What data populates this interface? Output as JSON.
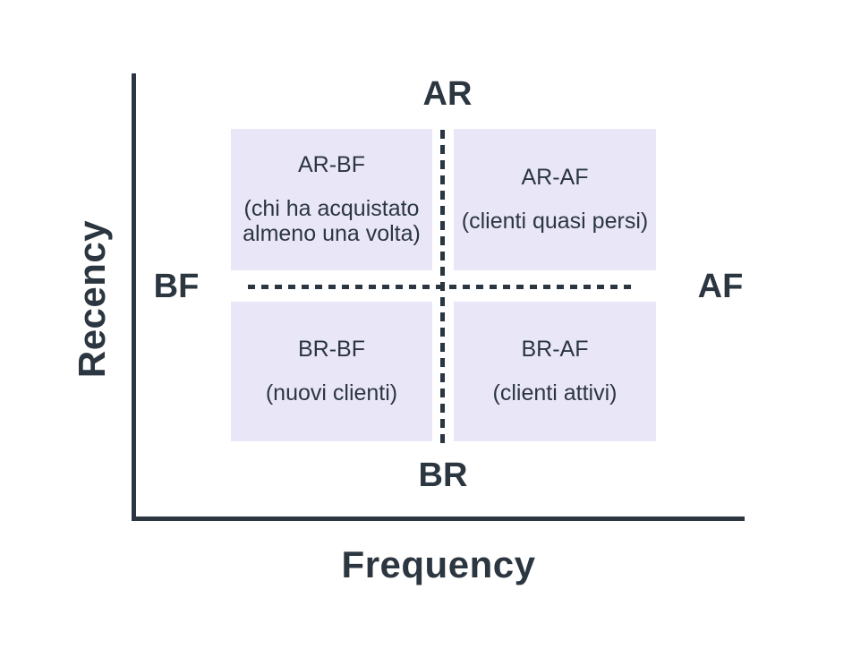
{
  "colors": {
    "ink": "#2b3640",
    "quadrant_bg": "#e9e6f8"
  },
  "axes": {
    "y_label": "Recency",
    "x_label": "Frequency"
  },
  "poles": {
    "top": "AR",
    "bottom": "BR",
    "left": "BF",
    "right": "AF"
  },
  "quadrants": [
    {
      "position": "top-left",
      "title": "AR-BF",
      "description": "(chi ha acquistato almeno una volta)"
    },
    {
      "position": "top-right",
      "title": "AR-AF",
      "description": "(clienti quasi persi)"
    },
    {
      "position": "bottom-left",
      "title": "BR-BF",
      "description": "(nuovi clienti)"
    },
    {
      "position": "bottom-right",
      "title": "BR-AF",
      "description": "(clienti attivi)"
    }
  ]
}
